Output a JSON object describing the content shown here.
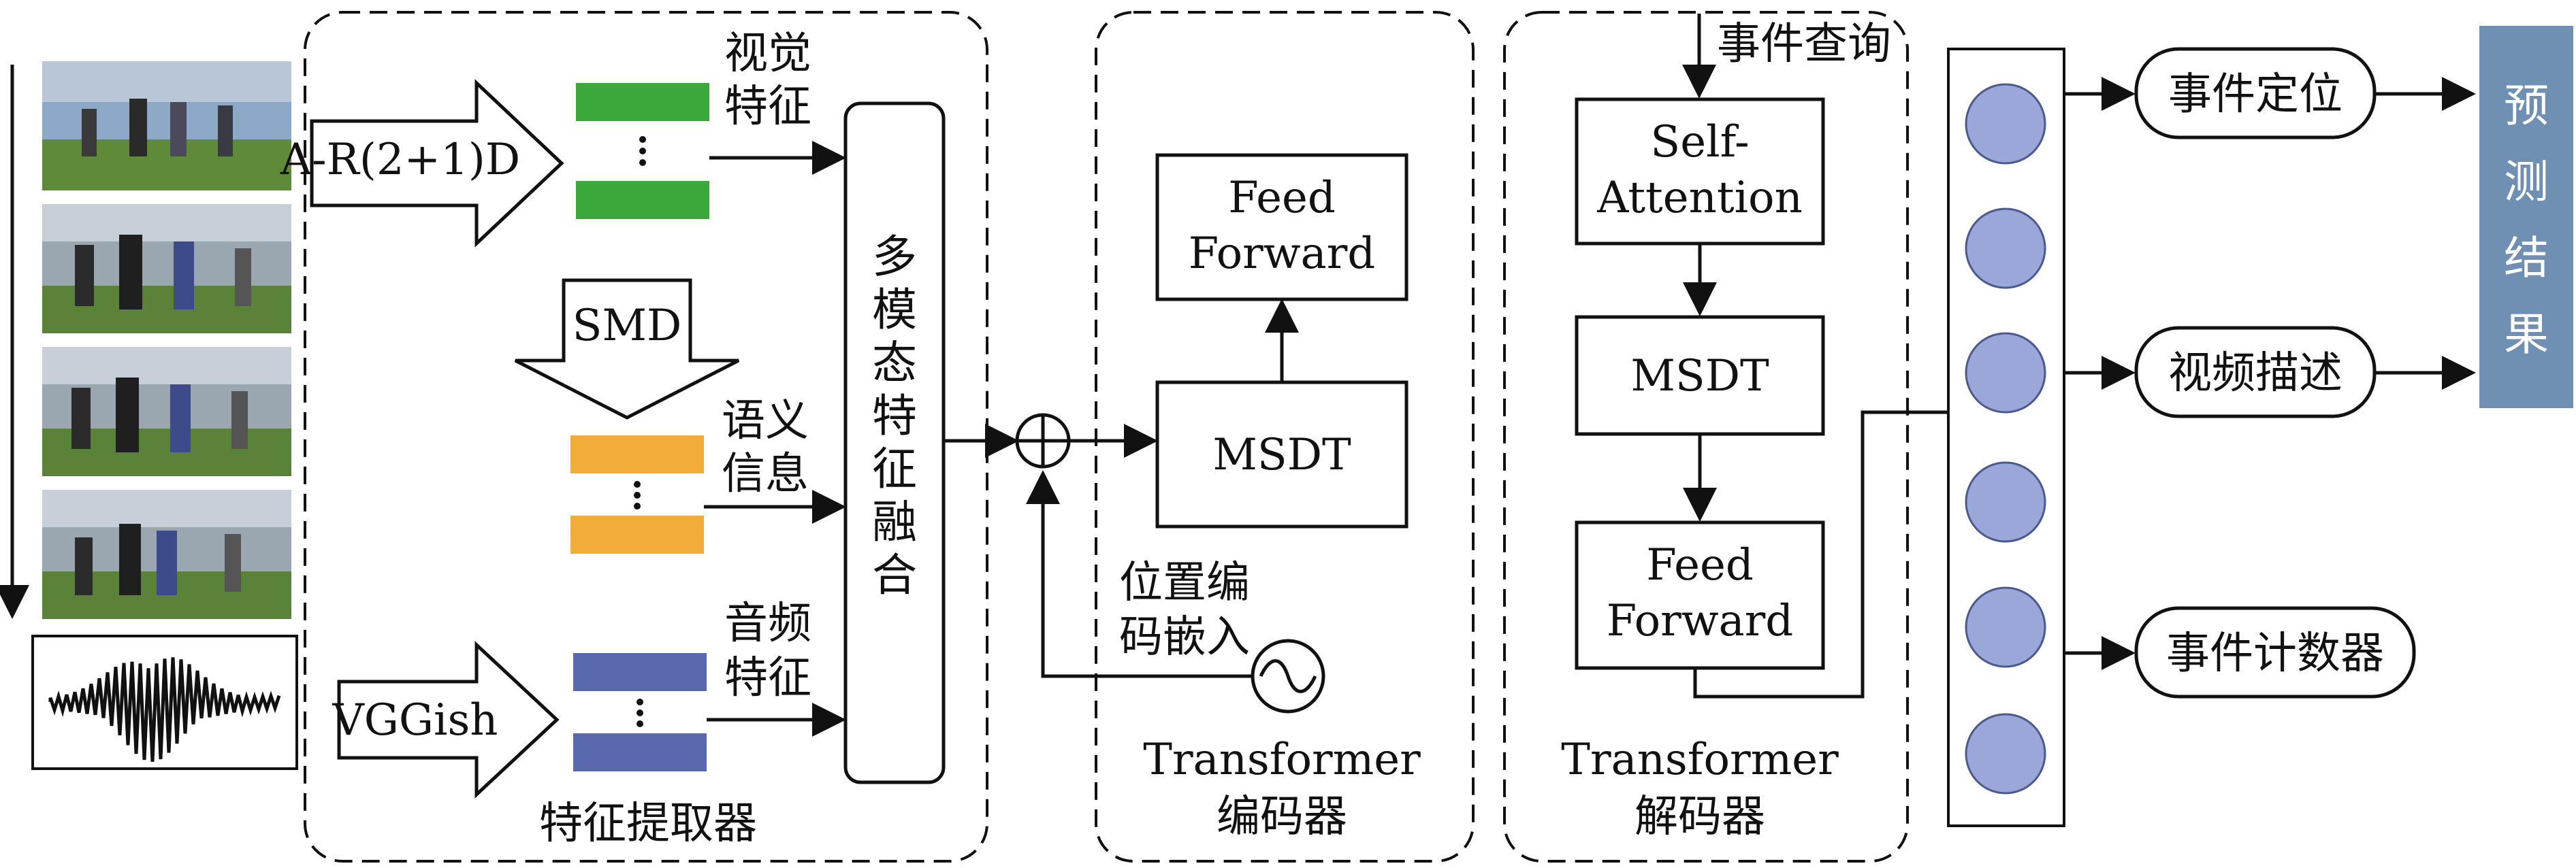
{
  "colors": {
    "visual_bars": "#3aa83a",
    "semantic_bars": "#f2ac3a",
    "audio_bars": "#5a69ad",
    "nodes": "#9aa7d8",
    "result_box": "#6f8fb3"
  },
  "icons": {
    "audio_waveform": "waveform-icon",
    "position_encoding": "sine-wave-icon",
    "fusion_add": "circled-plus-icon"
  },
  "extractor": {
    "arrow_ar": "A-R(2+1)D",
    "arrow_smd": "SMD",
    "arrow_vggish": "VGGish",
    "visual_label": [
      "视觉",
      "特征"
    ],
    "semantic_label": [
      "语义",
      "信息"
    ],
    "audio_label": [
      "音频",
      "特征"
    ],
    "fusion_label": [
      "多",
      "模",
      "态",
      "特",
      "征",
      "融",
      "合"
    ],
    "title": "特征提取器"
  },
  "encoder": {
    "feed_forward": [
      "Feed",
      "Forward"
    ],
    "msdt": "MSDT",
    "position_label": [
      "位置编",
      "码嵌入"
    ],
    "title": [
      "Transformer",
      "编码器"
    ]
  },
  "decoder": {
    "query_label": "事件查询",
    "self_attention": [
      "Self-",
      "Attention"
    ],
    "msdt": "MSDT",
    "feed_forward": [
      "Feed",
      "Forward"
    ],
    "title": [
      "Transformer",
      "解码器"
    ]
  },
  "outputs": {
    "localization": "事件定位",
    "caption": "视频描述",
    "counter": "事件计数器",
    "result": [
      "预",
      "测",
      "结",
      "果"
    ]
  }
}
